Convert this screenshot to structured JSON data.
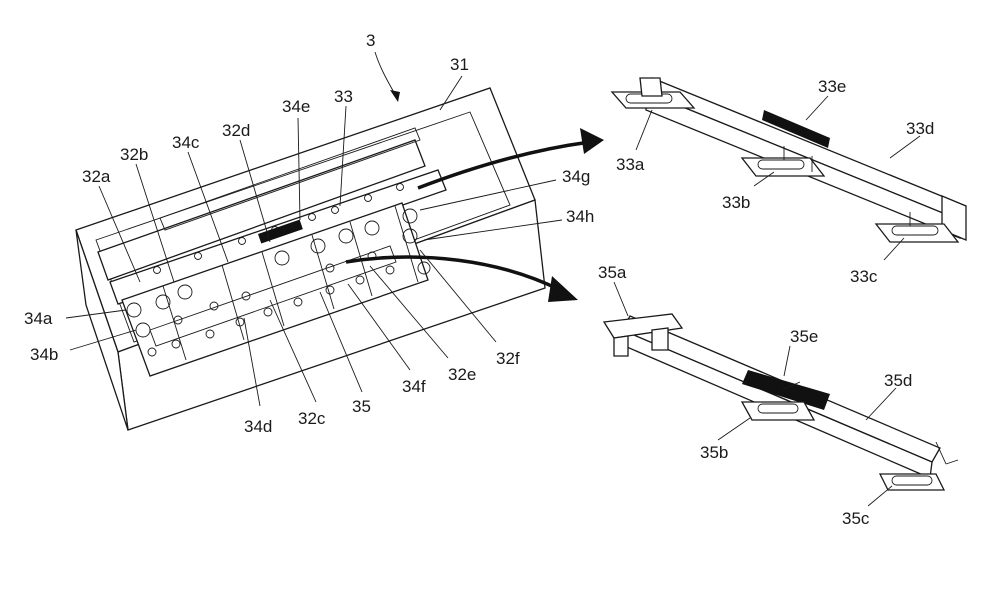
{
  "labels": {
    "device": "3",
    "housing": "31",
    "p32a": "32a",
    "p32b": "32b",
    "p32c": "32c",
    "p32d": "32d",
    "p32e": "32e",
    "p32f": "32f",
    "p33": "33",
    "p33a": "33a",
    "p33b": "33b",
    "p33c": "33c",
    "p33d": "33d",
    "p33e": "33e",
    "p34a": "34a",
    "p34b": "34b",
    "p34c": "34c",
    "p34d": "34d",
    "p34e": "34e",
    "p34f": "34f",
    "p34g": "34g",
    "p34h": "34h",
    "p35": "35",
    "p35a": "35a",
    "p35b": "35b",
    "p35c": "35c",
    "p35d": "35d",
    "p35e": "35e"
  }
}
